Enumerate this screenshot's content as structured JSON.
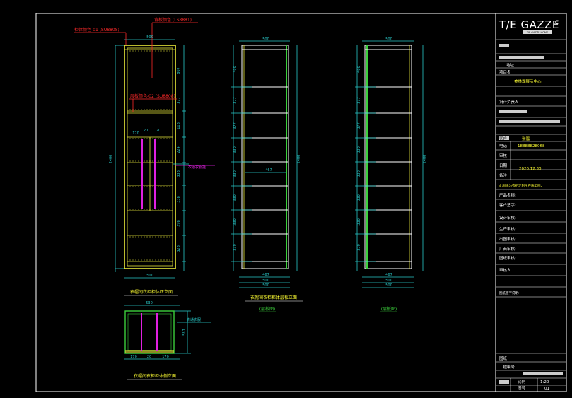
{
  "colors": {
    "background": "#000000",
    "frame": "#ffffff",
    "cabinet_yellow": "#e8e83a",
    "cabinet_green": "#3cd03c",
    "dimension_cyan": "#29c8c8",
    "rod_magenta": "#e020e0",
    "label_red": "#ff2a2a",
    "label_yellow": "#ffff33",
    "title_text": "#ffff33"
  },
  "left_view": {
    "callout_1": "柜体颜色-01 (SU8808)",
    "callout_2": "背板颜色 (LS8881)",
    "callout_3": "层板颜色-02 (SU8808)",
    "callout_4": "衣通衣服挂",
    "dim_top": "500",
    "dim_bottom": "500",
    "dim_height": "2400",
    "dim_side": [
      "807",
      "118",
      "377",
      "224",
      "338",
      "338",
      "298",
      "328"
    ],
    "dim_mid": [
      "170",
      "20",
      "20"
    ],
    "caption": "衣帽间衣柜柜体正立面"
  },
  "bottom_view": {
    "dim_top": "530",
    "dim_side": "587",
    "dim_bottom": [
      "170",
      "20",
      "170"
    ],
    "callout": "衣通衣服",
    "caption": "衣帽间衣柜柜体侧立面"
  },
  "middle_view": {
    "dim_top": "500",
    "dim_height": "2400",
    "dim_inner": "467",
    "dim_bottom": [
      "467",
      "500",
      "500"
    ],
    "dim_side": [
      "400",
      "377",
      "377",
      "330",
      "330",
      "330",
      "330",
      "330"
    ],
    "caption": "衣帽间衣柜柜体层板立面",
    "tag": "(层板图)"
  },
  "right_view": {
    "dim_top": "500",
    "dim_height": "2400",
    "dim_bottom": [
      "467",
      "500",
      "500"
    ],
    "dim_side": [
      "400",
      "377",
      "377",
      "330",
      "330",
      "330",
      "330",
      "330"
    ],
    "tag": "(层板图)"
  },
  "title_block": {
    "logo": "T/E GAZZE",
    "logo_sub": "TIE GAZZE HOME",
    "project_label": "地址",
    "project_name_label": "项目名",
    "project_name": "美林湖展示中心",
    "designer_label": "设计负责人",
    "client_label": "客户",
    "client_name": "张福",
    "phone_label": "电话",
    "phone": "18888828068",
    "review_label": "审核",
    "date_label": "日期",
    "date": "2020.12.30",
    "remark_label": "备注",
    "remark": "此图纸为衣柜定制生产施工图，",
    "rows": [
      "产品名称:",
      "客户签字:",
      "设计审核:",
      "生产审核:",
      "",
      "出图审核:",
      "厂商审核:",
      "图纸审核:",
      "",
      "审核人",
      "",
      "图纸签字说明:"
    ],
    "bottom_rows": [
      "图纸",
      "工程编号",
      "比例",
      "图号"
    ],
    "scale": "1:20",
    "sheet_no": "01"
  }
}
